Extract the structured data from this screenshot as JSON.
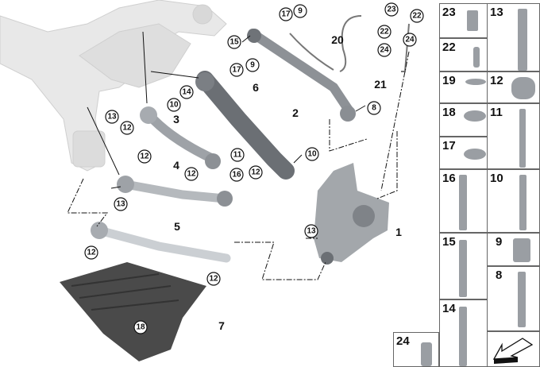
{
  "diagram": {
    "title": "Rear axle wishbones / control arms",
    "callouts": [
      "17",
      "9",
      "15",
      "23",
      "22",
      "22",
      "24",
      "24",
      "17",
      "9",
      "14",
      "10",
      "13",
      "12",
      "8",
      "12",
      "11",
      "16",
      "12",
      "12",
      "10",
      "13",
      "13",
      "12",
      "12",
      "18"
    ],
    "labels": [
      "20",
      "21",
      "6",
      "2",
      "3",
      "4",
      "5",
      "1",
      "7"
    ]
  },
  "panel": {
    "items": [
      "23",
      "22",
      "19",
      "18",
      "17",
      "16",
      "15",
      "14",
      "13",
      "12",
      "11",
      "10",
      "9",
      "8",
      "24"
    ],
    "part_color": "#9a9ea3"
  },
  "colors": {
    "subframe": "#e6e6e6",
    "arm": "#8d9196",
    "shield": "#4a4a4a"
  }
}
